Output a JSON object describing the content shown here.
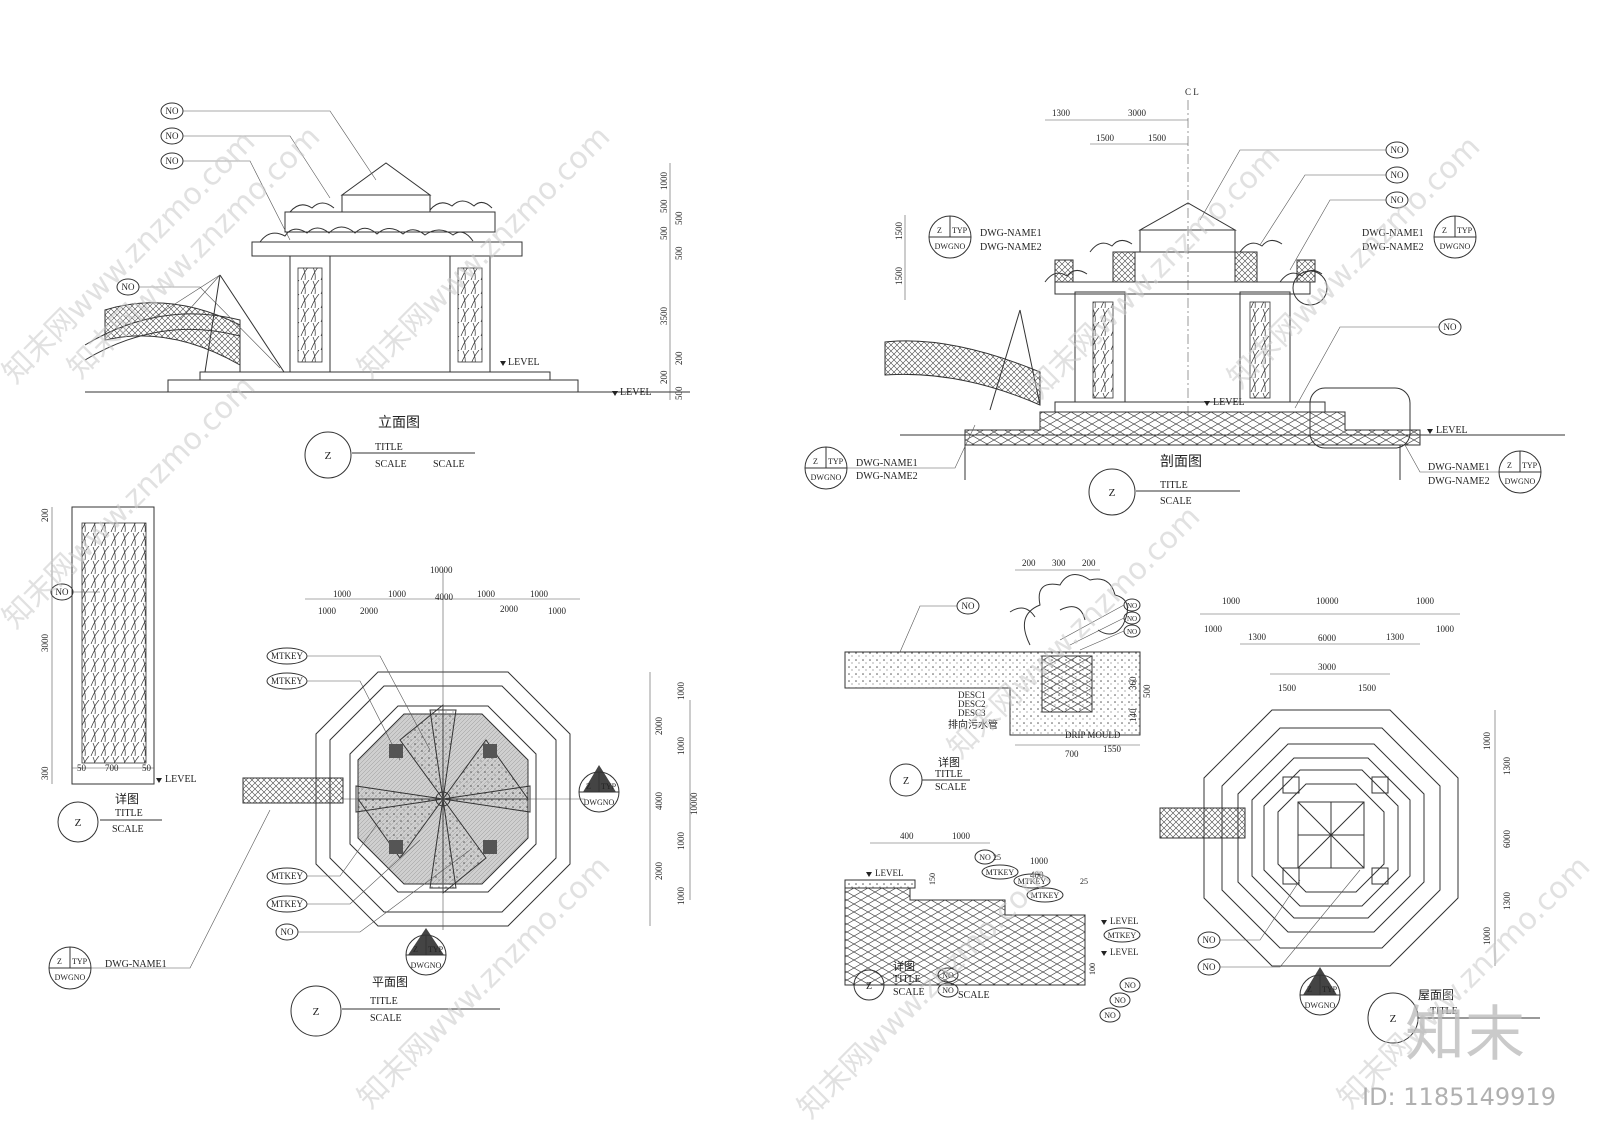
{
  "labels": {
    "no": "NO",
    "mtkey": "MTKEY",
    "level": "LEVEL",
    "z": "Z",
    "typ": "TYP",
    "dwgno": "DWGNO",
    "title": "TITLE",
    "scale": "SCALE",
    "dwg_name1": "DWG-NAME1",
    "dwg_name2": "DWG-NAME2",
    "cl": "C L",
    "desc1": "DESC1",
    "desc2": "DESC2",
    "desc3": "DESC3",
    "drain": "排向污水管",
    "drip": "DRIP MOULD"
  },
  "titles": {
    "elevation": "立面图",
    "section": "剖面图",
    "detail": "详图",
    "plan": "平面图",
    "roof": "屋面图"
  },
  "dims": {
    "elev_right": [
      "1000",
      "500",
      "500",
      "500",
      "500",
      "3500",
      "200",
      "200",
      "500"
    ],
    "section_top": [
      "1300",
      "3000",
      "1500",
      "1500"
    ],
    "section_left": [
      "1500",
      "1500"
    ],
    "panel_left": [
      "200",
      "3000",
      "300"
    ],
    "panel_bottom": [
      "50",
      "700",
      "50"
    ],
    "plan_top": [
      "10000",
      "1000",
      "1000",
      "4000",
      "1000",
      "1000",
      "1000",
      "2000",
      "2000",
      "1000"
    ],
    "plan_right": [
      "1000",
      "2000",
      "1000",
      "4000",
      "1000",
      "2000",
      "1000",
      "10000"
    ],
    "planter_top": [
      "200",
      "300",
      "200"
    ],
    "planter_right": [
      "360",
      "500",
      "140"
    ],
    "planter_bottom": [
      "700",
      "1550"
    ],
    "edge": [
      "400",
      "1000",
      "1000",
      "400",
      "25",
      "25",
      "100",
      "150"
    ],
    "roof_top": [
      "1000",
      "10000",
      "1000",
      "1000",
      "1000",
      "1300",
      "6000",
      "1300",
      "3000",
      "1500",
      "1500"
    ],
    "roof_right": [
      "1000",
      "1300",
      "6000",
      "1300",
      "1000"
    ]
  },
  "watermark": {
    "site": "知末网www.znzmo.com",
    "logo": "知末",
    "id": "ID: 1185149919"
  }
}
